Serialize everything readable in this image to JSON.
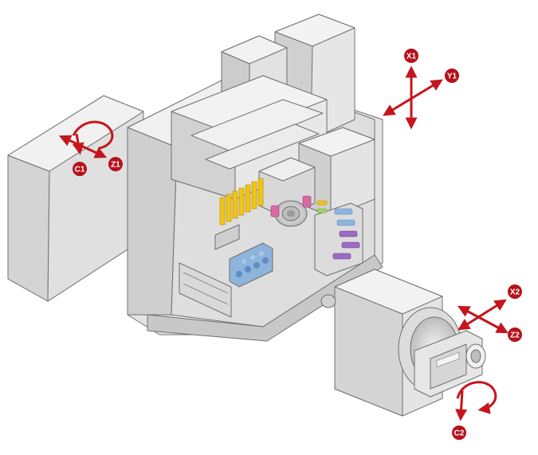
{
  "axes": {
    "x1": "X1",
    "y1": "Y1",
    "z1": "Z1",
    "c1": "C1",
    "x2": "X2",
    "z2": "Z2",
    "c2": "C2"
  },
  "colors": {
    "axis_red": "#c4161c",
    "badge_red": "#b5121b",
    "machine_light": "#e8e8e8",
    "machine_mid": "#d2d2d2",
    "machine_dark": "#b9b9b9",
    "tool_yellow": "#f2c416",
    "tool_blue": "#8db4dc",
    "tool_purple": "#9a6cc4",
    "tool_pink": "#d86aa6"
  },
  "icons": {
    "linear_axis": "double-headed-arrow",
    "rotary_axis": "curved-rotation-arrow",
    "axis_badge": "red-circle-label"
  }
}
